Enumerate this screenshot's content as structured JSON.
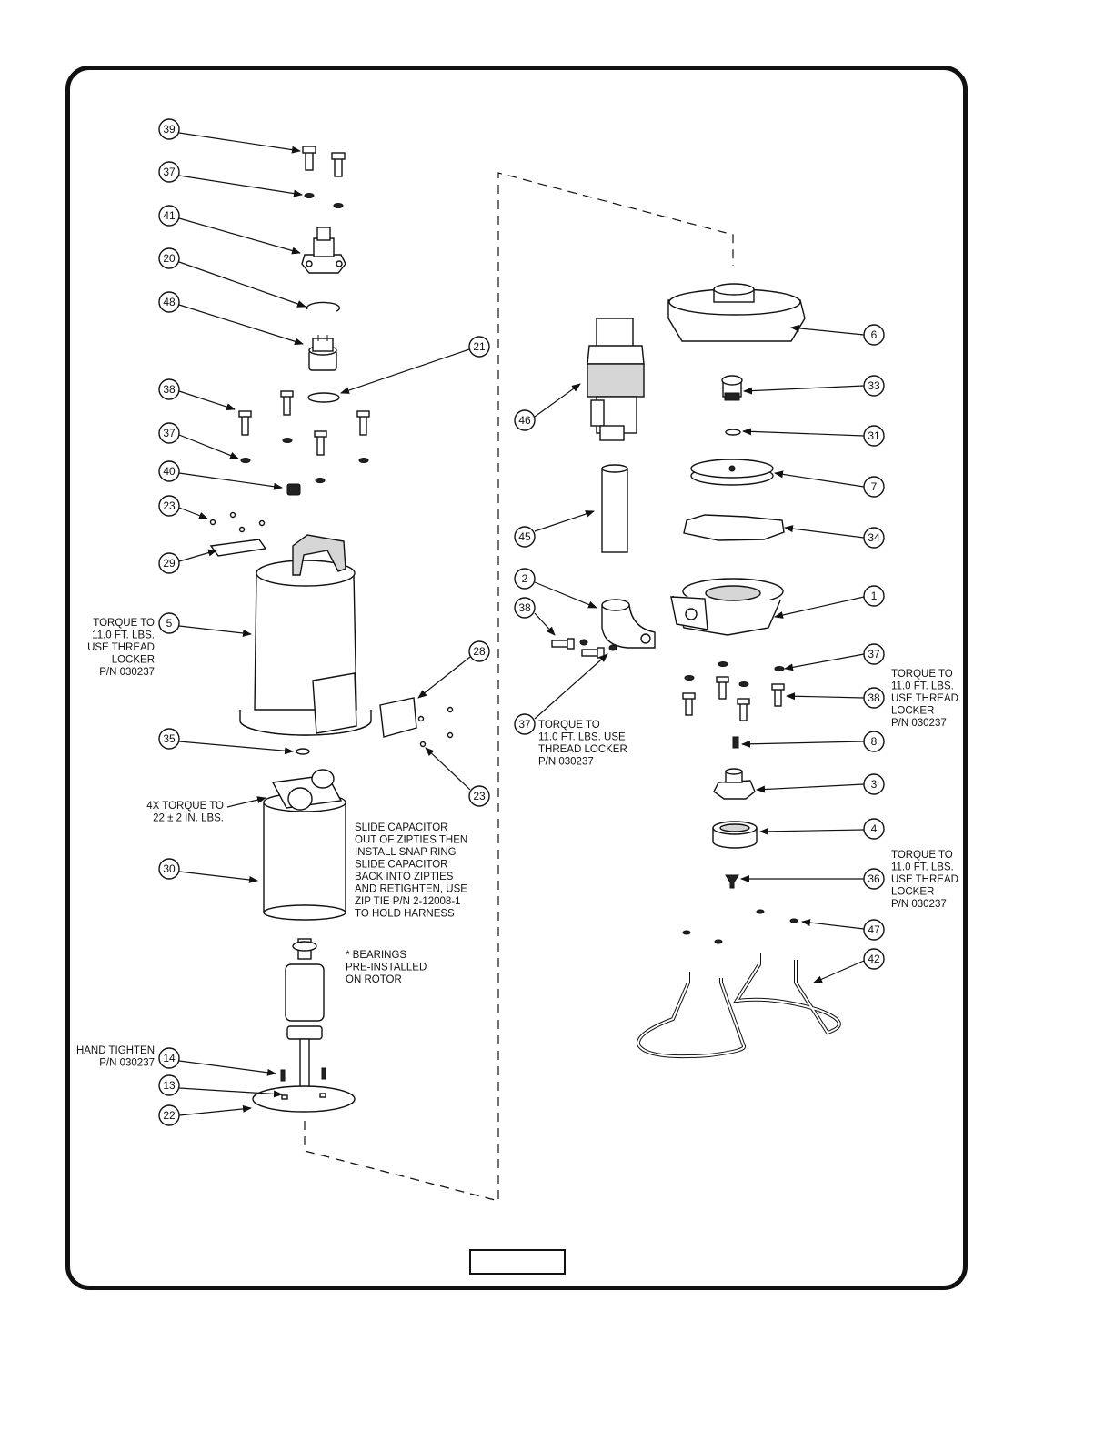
{
  "callouts": [
    {
      "id": "c39a",
      "number": "39"
    },
    {
      "id": "c37a",
      "number": "37"
    },
    {
      "id": "c41",
      "number": "41"
    },
    {
      "id": "c20",
      "number": "20"
    },
    {
      "id": "c48",
      "number": "48"
    },
    {
      "id": "c21",
      "number": "21"
    },
    {
      "id": "c38a",
      "number": "38"
    },
    {
      "id": "c37b",
      "number": "37"
    },
    {
      "id": "c40",
      "number": "40"
    },
    {
      "id": "c23a",
      "number": "23"
    },
    {
      "id": "c29",
      "number": "29"
    },
    {
      "id": "c5",
      "number": "5"
    },
    {
      "id": "c28",
      "number": "28"
    },
    {
      "id": "c35",
      "number": "35"
    },
    {
      "id": "c23b",
      "number": "23"
    },
    {
      "id": "c30",
      "number": "30"
    },
    {
      "id": "c14",
      "number": "14"
    },
    {
      "id": "c13",
      "number": "13"
    },
    {
      "id": "c22",
      "number": "22"
    },
    {
      "id": "c46",
      "number": "46"
    },
    {
      "id": "c45",
      "number": "45"
    },
    {
      "id": "c2",
      "number": "2"
    },
    {
      "id": "c38b",
      "number": "38"
    },
    {
      "id": "c37c",
      "number": "37"
    },
    {
      "id": "c6",
      "number": "6"
    },
    {
      "id": "c33",
      "number": "33"
    },
    {
      "id": "c31",
      "number": "31"
    },
    {
      "id": "c7",
      "number": "7"
    },
    {
      "id": "c34",
      "number": "34"
    },
    {
      "id": "c1",
      "number": "1"
    },
    {
      "id": "c37d",
      "number": "37"
    },
    {
      "id": "c38c",
      "number": "38"
    },
    {
      "id": "c8",
      "number": "8"
    },
    {
      "id": "c3",
      "number": "3"
    },
    {
      "id": "c4",
      "number": "4"
    },
    {
      "id": "c36",
      "number": "36"
    },
    {
      "id": "c47",
      "number": "47"
    },
    {
      "id": "c42",
      "number": "42"
    }
  ],
  "notes": {
    "torque_5": [
      "TORQUE TO",
      "11.0 FT. LBS.",
      "USE THREAD",
      "LOCKER",
      "P/N 030237"
    ],
    "torque_30": [
      "4X TORQUE TO",
      "22 ± 2 IN. LBS."
    ],
    "capacitor": [
      "SLIDE CAPACITOR",
      "OUT OF ZIPTIES THEN",
      "INSTALL SNAP RING",
      "SLIDE CAPACITOR",
      "BACK INTO ZIPTIES",
      "AND RETIGHTEN, USE",
      "ZIP TIE P/N 2-12008-1",
      "TO HOLD HARNESS"
    ],
    "bearings": [
      "* BEARINGS",
      "PRE-INSTALLED",
      "ON ROTOR"
    ],
    "hand_tighten": [
      "HAND TIGHTEN",
      "P/N 030237"
    ],
    "torque_37c": [
      "TORQUE TO",
      "11.0 FT. LBS. USE",
      "THREAD LOCKER",
      "P/N 030237"
    ],
    "torque_37d": [
      "TORQUE TO",
      "11.0 FT. LBS.",
      "USE THREAD",
      "LOCKER",
      "P/N 030237"
    ],
    "torque_36": [
      "TORQUE TO",
      "11.0 FT. LBS.",
      "USE THREAD",
      "LOCKER",
      "P/N 030237"
    ]
  },
  "figure_label": ""
}
